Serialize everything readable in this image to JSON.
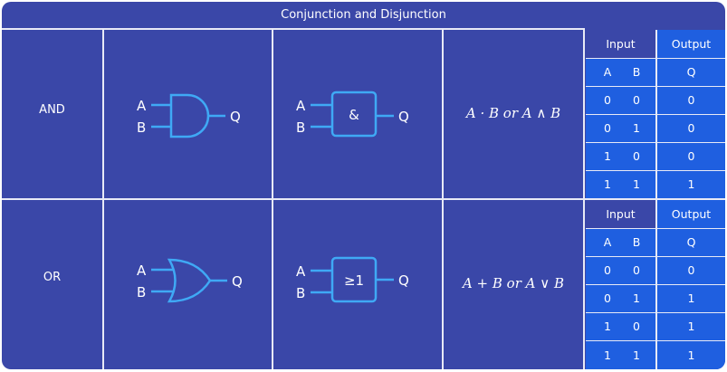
{
  "title": "Conjunction and Disjunction",
  "rows": [
    {
      "label": "AND",
      "gate_inputs": [
        "A",
        "B"
      ],
      "gate_output": "Q",
      "iec_symbol": "&",
      "formula": "A · B or A ∧ B",
      "truth_table": {
        "headers": [
          "Input",
          "Output"
        ],
        "subheaders": [
          "A",
          "B",
          "Q"
        ],
        "rows": [
          [
            "0",
            "0",
            "0"
          ],
          [
            "0",
            "1",
            "0"
          ],
          [
            "1",
            "0",
            "0"
          ],
          [
            "1",
            "1",
            "1"
          ]
        ]
      }
    },
    {
      "label": "OR",
      "gate_inputs": [
        "A",
        "B"
      ],
      "gate_output": "Q",
      "iec_symbol": "≥1",
      "formula": "A + B or A ∨ B",
      "truth_table": {
        "headers": [
          "Input",
          "Output"
        ],
        "subheaders": [
          "A",
          "B",
          "Q"
        ],
        "rows": [
          [
            "0",
            "0",
            "0"
          ],
          [
            "0",
            "1",
            "1"
          ],
          [
            "1",
            "0",
            "1"
          ],
          [
            "1",
            "1",
            "1"
          ]
        ]
      }
    }
  ],
  "colors": {
    "background": "#3a47a8",
    "table_blue": "#1f5fe0",
    "gate_stroke": "#3fa9f5",
    "grid_line": "#e8eaf6"
  }
}
